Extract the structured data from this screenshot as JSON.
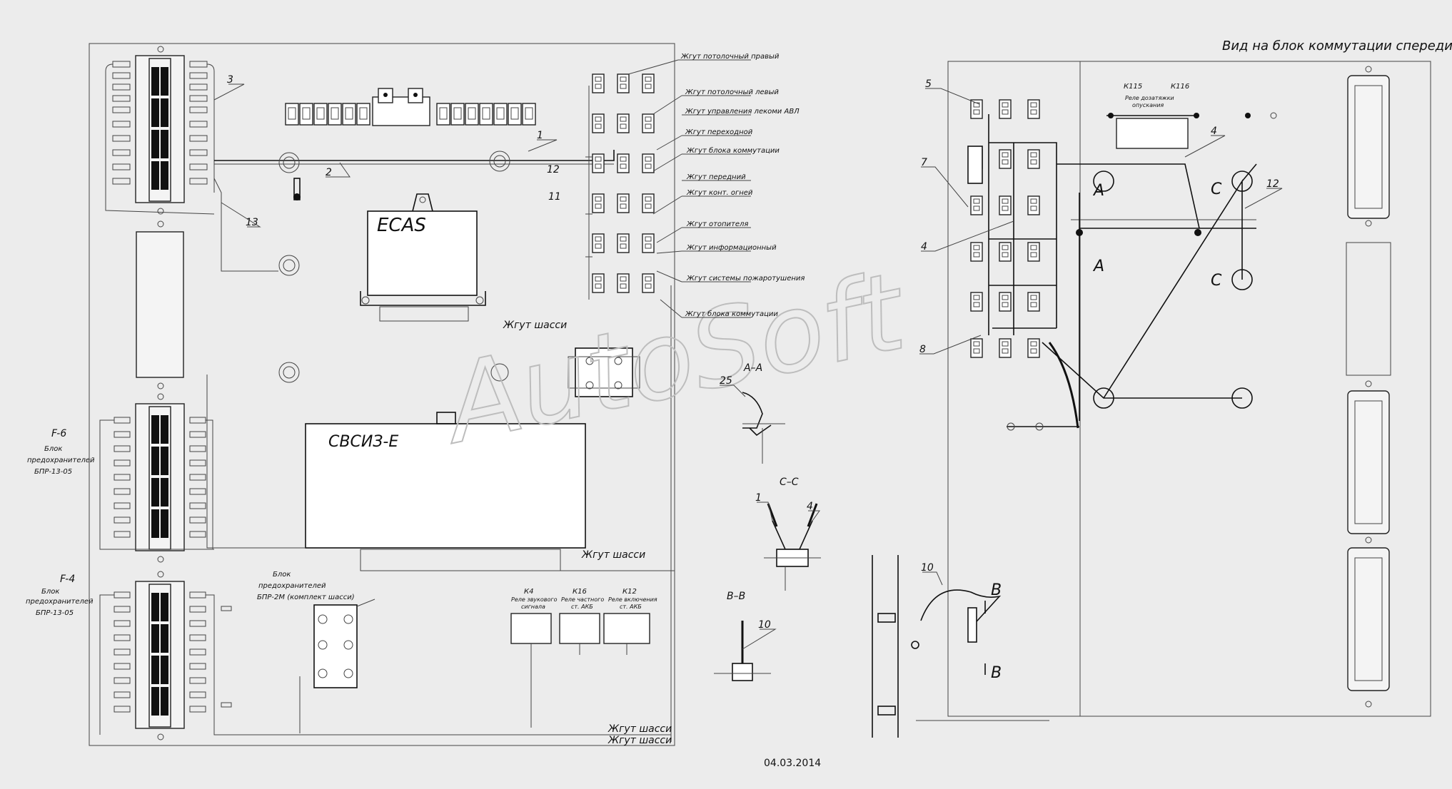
{
  "header": {
    "view_title": "Вид на блок коммутации спереди"
  },
  "watermark": "AutoSoft",
  "date": "04.03.2014",
  "units": {
    "ecas": "ECAS",
    "svciz": "СВСИЗ-Е"
  },
  "harness_callouts": [
    "Жгут потолочный правый",
    "Жгут потолочный левый",
    "Жгут управления лекоми АВЛ",
    "Жгут переходной",
    "Жгут блока коммутации",
    "Жгут передний",
    "Жгут конт. огней",
    "Жгут отопителя",
    "Жгут информационный",
    "Жгут системы пожаротушения",
    "Жгут блока коммутации"
  ],
  "chassis_labels": {
    "mid": "Жгут шасси",
    "lower": "Жгут шасси",
    "bottom_1": "Жгут шасси",
    "bottom_2": "Жгут шасси"
  },
  "fuse_blocks": {
    "f6": {
      "code": "F-6",
      "line1": "Блок",
      "line2": "предохранителей",
      "line3": "БПР-13-05"
    },
    "f4": {
      "code": "F-4",
      "line1": "Блок",
      "line2": "предохранителей",
      "line3": "БПР-13-05"
    },
    "bpr2m": {
      "line1": "Блок",
      "line2": "предохранителей",
      "line3": "БПР-2М (комплект шасси)"
    }
  },
  "relays": [
    {
      "code": "К4",
      "line1": "Реле звукового",
      "line2": "сигнала"
    },
    {
      "code": "К16",
      "line1": "Реле частного",
      "line2": "ст. АКБ"
    },
    {
      "code": "К12",
      "line1": "Реле включения",
      "line2": "ст. АКБ"
    }
  ],
  "right_relays": {
    "k115": "К115",
    "k116": "К116",
    "caption_1": "Реле дозатяжки",
    "caption_2": "опускания"
  },
  "sections": {
    "aa": "А–А",
    "cc": "С–С",
    "bb": "В–В",
    "a_mark": "А",
    "c_mark": "С",
    "b_mark": "В"
  },
  "callout_numbers": {
    "n1": "1",
    "n2": "2",
    "n3": "3",
    "n4": "4",
    "n5": "5",
    "n7": "7",
    "n8": "8",
    "n10": "10",
    "n11": "11",
    "n12": "12",
    "n13": "13",
    "n25": "25"
  }
}
